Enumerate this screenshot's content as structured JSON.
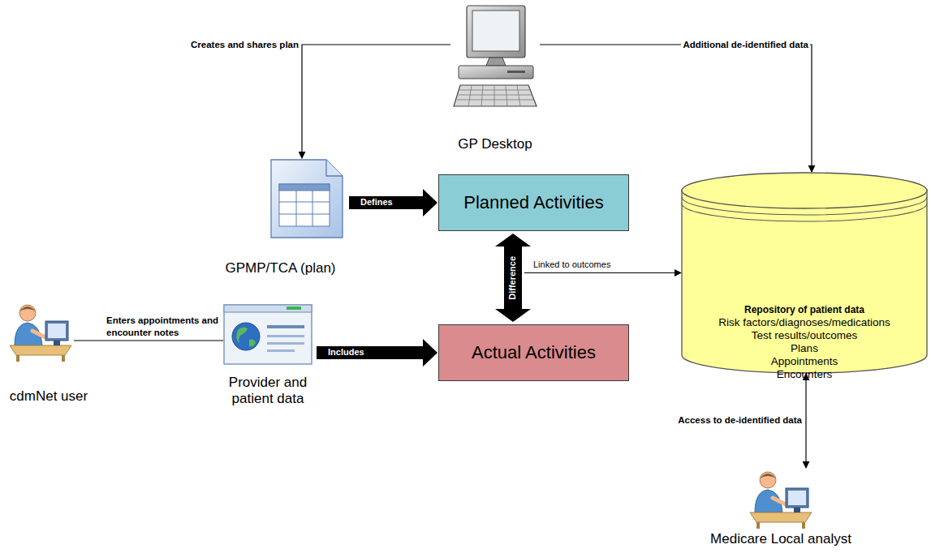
{
  "diagram": {
    "nodes": [
      {
        "text": [
          "GP Desktop"
        ]
      },
      {
        "text": [
          "GPMP/TCA (plan)"
        ]
      },
      {
        "text": [
          "Planned Activities"
        ]
      },
      {
        "text": [
          "cdmNet user"
        ]
      },
      {
        "text": [
          "Provider and patient data"
        ]
      },
      {
        "text": [
          "Actual Activities"
        ]
      },
      {
        "text": [
          "Repository of patient data",
          "Risk factors/diagnoses/medications",
          "Test results/outcomes",
          "Plans",
          "Appointments",
          "Encounters"
        ]
      },
      {
        "text": [
          "Medicare Local analyst"
        ]
      }
    ],
    "edges": [
      {
        "from": 0,
        "to": 1,
        "label": "Creates and shares plan",
        "arrow": "to"
      },
      {
        "from": 0,
        "to": 6,
        "label": "Additional de-identified data",
        "arrow": "to"
      },
      {
        "from": 1,
        "to": 2,
        "label": "Defines",
        "arrow": "to"
      },
      {
        "from": 3,
        "to": 4,
        "label": "Enters appointments and encounter notes",
        "arrow": "none"
      },
      {
        "from": 4,
        "to": 5,
        "label": "Includes",
        "arrow": "to"
      },
      {
        "from": 2,
        "to": 5,
        "label": "Difference",
        "arrow": "both"
      },
      {
        "from": 7,
        "to": 6,
        "label": "Access to de-identified data",
        "arrow": "both"
      }
    ],
    "labels": [
      "Linked to outcomes"
    ]
  }
}
